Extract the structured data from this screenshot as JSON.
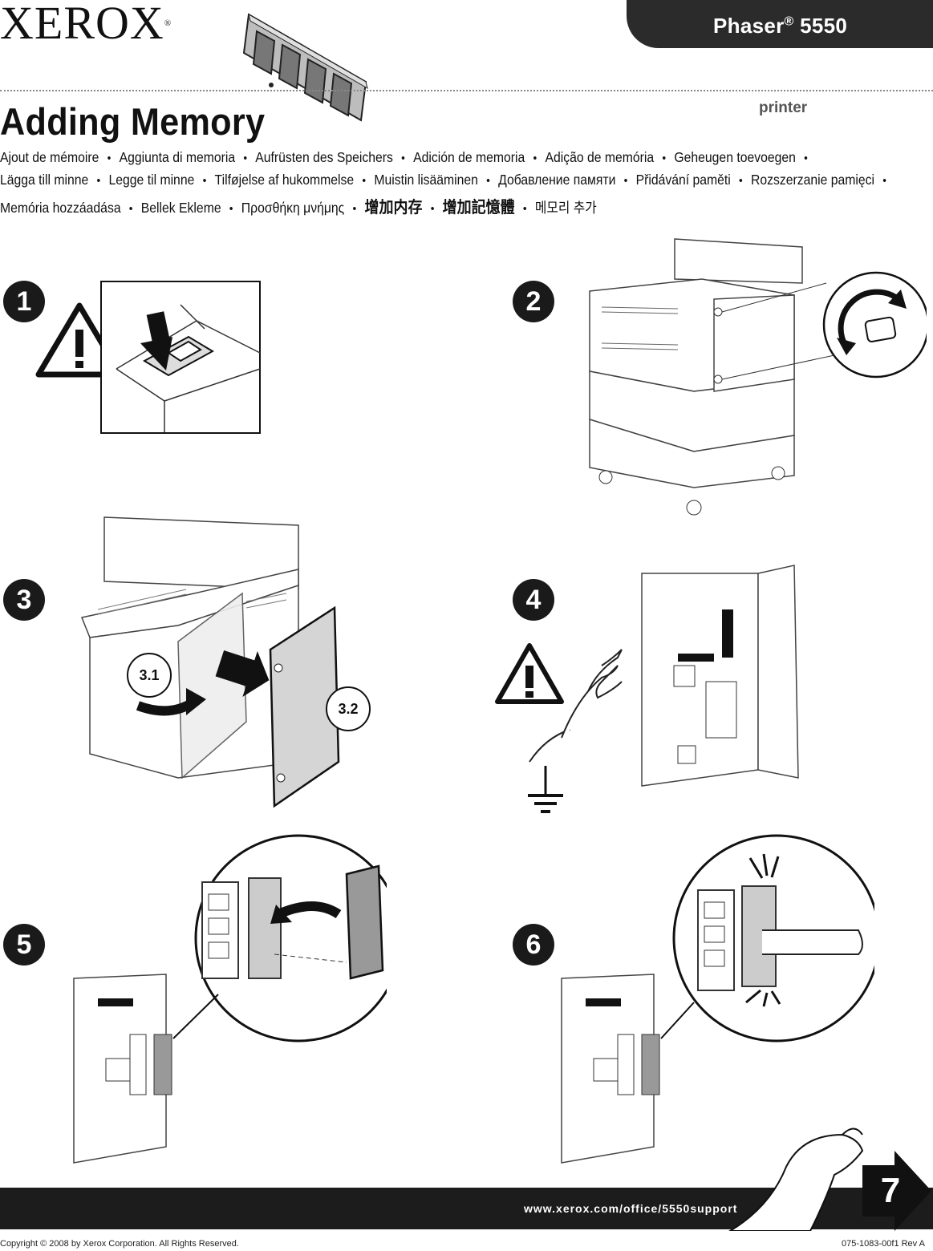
{
  "header": {
    "logo_text": "XEROX",
    "logo_mark": "®",
    "product_name": "Phaser",
    "product_mark": "®",
    "product_model": "5550",
    "title": "Adding Memory",
    "subtitle": "printer"
  },
  "translations": {
    "line1": [
      "Ajout de mémoire",
      "Aggiunta di memoria",
      "Aufrüsten des Speichers",
      "Adición de memoria",
      "Adição de memória",
      "Geheugen toevoegen"
    ],
    "line2": [
      "Lägga till minne",
      "Legge til minne",
      "Tilføjelse af hukommelse",
      "Muistin lisääminen",
      "Добавление памяти",
      "Přidávání paměti",
      "Rozszerzanie pamięci"
    ],
    "line3": [
      "Memória hozzáadása",
      "Bellek Ekleme",
      "Προσθήκη μνήμης",
      "增加内存",
      "增加記憶體",
      "메모리 추가"
    ],
    "separator": "•"
  },
  "steps": [
    {
      "number": "1",
      "icon": "power-switch-off-warning-icon"
    },
    {
      "number": "2",
      "icon": "remove-rear-screws-icon"
    },
    {
      "number": "3",
      "icon": "remove-side-cover-icon",
      "callouts": [
        "3.1",
        "3.2"
      ]
    },
    {
      "number": "4",
      "icon": "touch-ground-warning-icon"
    },
    {
      "number": "5",
      "icon": "insert-memory-module-icon"
    },
    {
      "number": "6",
      "icon": "press-memory-module-icon"
    }
  ],
  "footer": {
    "url": "www.xerox.com/office/5550support",
    "page_number": "7",
    "copyright": "Copyright © 2008 by Xerox Corporation.  All Rights Reserved.",
    "doc_number": "075-1083-00f1 Rev A"
  }
}
